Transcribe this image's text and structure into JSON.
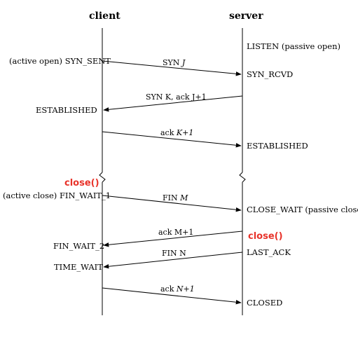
{
  "headers": {
    "client": "client",
    "server": "server"
  },
  "client_states": {
    "syn_sent_prefix": "(active open)",
    "syn_sent": "SYN_SENT",
    "established": "ESTABLISHED",
    "fin_wait_1_prefix": "(active close)",
    "fin_wait_1": "FIN_WAIT_1",
    "fin_wait_2": "FIN_WAIT_2",
    "time_wait": "TIME_WAIT"
  },
  "server_states": {
    "listen": "LISTEN",
    "listen_note": "(passive open)",
    "syn_rcvd": "SYN_RCVD",
    "established": "ESTABLISHED",
    "close_wait": "CLOSE_WAIT",
    "close_wait_note": "(passive close)",
    "last_ack": "LAST_ACK",
    "closed": "CLOSED"
  },
  "calls": {
    "client_close": "close()",
    "server_close": "close()",
    "color": "#e8332a"
  },
  "messages": {
    "syn_j": {
      "plain": "SYN ",
      "italic": "J"
    },
    "syn_k": "SYN K, ack J+1",
    "ack_k1": {
      "plain": "ack ",
      "italic": "K+1"
    },
    "fin_m": {
      "plain": "FIN ",
      "italic": "M"
    },
    "ack_m1": "ack M+1",
    "fin_n": "FIN N",
    "ack_n1": {
      "plain": "ack ",
      "italic": "N+1"
    }
  }
}
